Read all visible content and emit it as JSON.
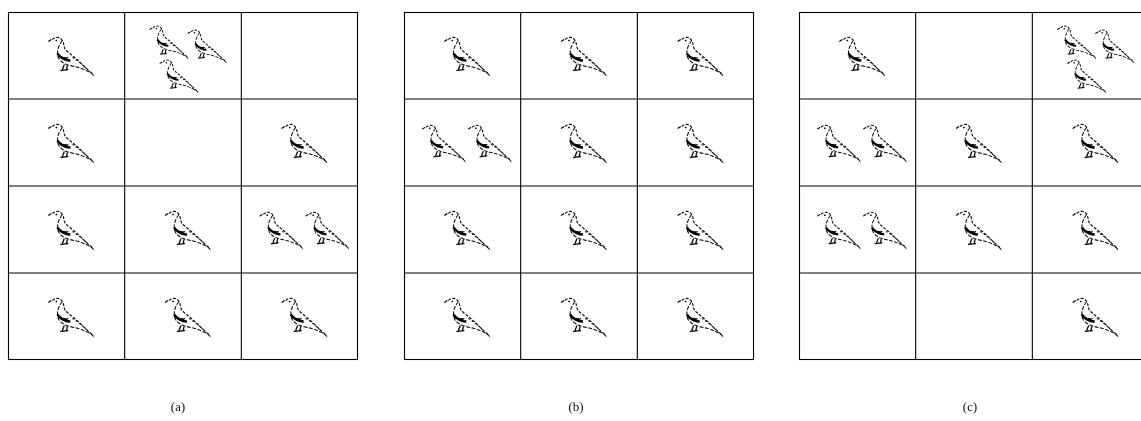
{
  "panels": [
    {
      "id": "a",
      "caption": "(a)",
      "grid": [
        [
          1,
          3,
          0
        ],
        [
          1,
          0,
          1
        ],
        [
          1,
          1,
          2
        ],
        [
          1,
          1,
          1
        ]
      ]
    },
    {
      "id": "b",
      "caption": "(b)",
      "grid": [
        [
          1,
          1,
          1
        ],
        [
          2,
          1,
          1
        ],
        [
          1,
          1,
          1
        ],
        [
          1,
          1,
          1
        ]
      ]
    },
    {
      "id": "c",
      "caption": "(c)",
      "grid": [
        [
          1,
          0,
          3
        ],
        [
          2,
          1,
          1
        ],
        [
          2,
          1,
          1
        ],
        [
          0,
          0,
          1
        ]
      ]
    }
  ],
  "icon": "pigeon-icon"
}
